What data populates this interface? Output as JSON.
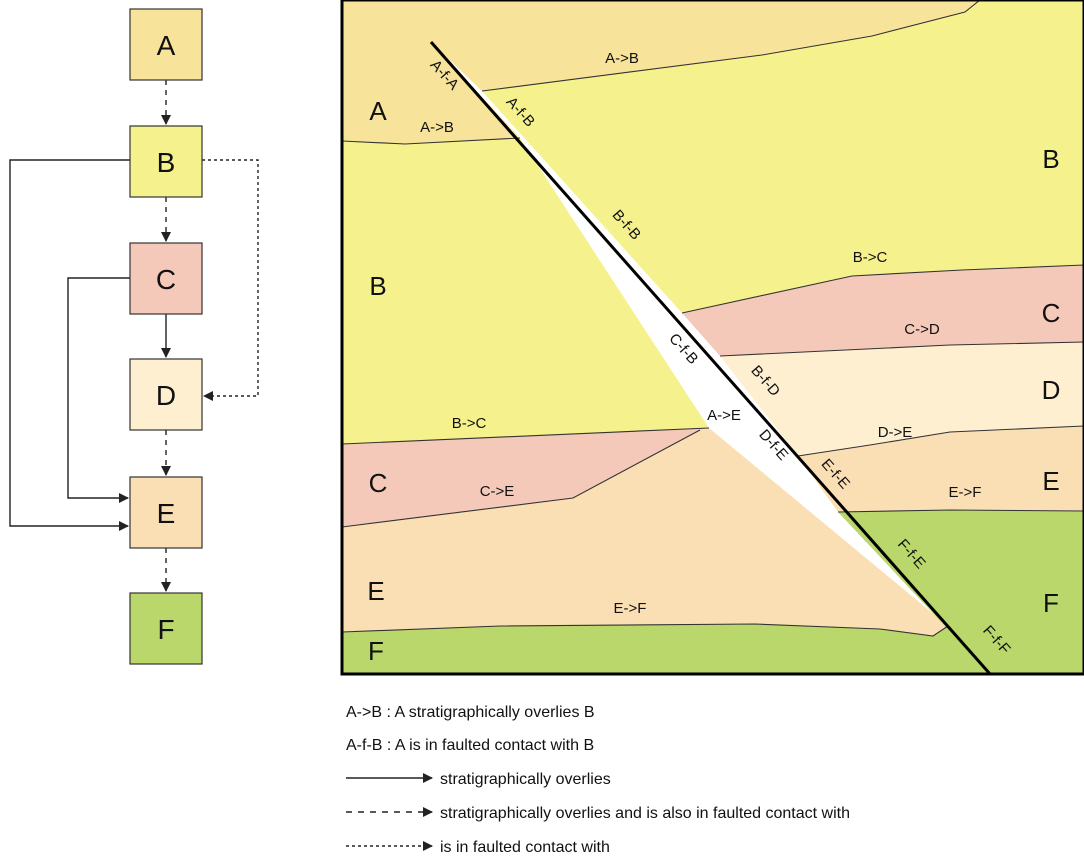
{
  "colors": {
    "A": "#f8e39a",
    "B": "#f5f28d",
    "C": "#f4c9b9",
    "D": "#fdefd0",
    "E": "#fbdfb4",
    "F": "#b9d76b"
  },
  "flowchart": {
    "boxes": [
      "A",
      "B",
      "C",
      "D",
      "E",
      "F"
    ]
  },
  "section": {
    "unit_labels": {
      "left_A": "A",
      "left_B": "B",
      "left_C": "C",
      "left_E": "E",
      "left_F": "F",
      "right_B": "B",
      "right_C": "C",
      "right_D": "D",
      "right_E": "E",
      "right_F": "F"
    },
    "contact_labels": {
      "top_ab": "A->B",
      "left_ab": "A->B",
      "af_a": "A-f-A",
      "af_b": "A-f-B",
      "bf_b": "B-f-B",
      "right_bc": "B->C",
      "right_cd": "C->D",
      "cf_b": "C-f-B",
      "bf_d": "B-f-D",
      "ae": "A->E",
      "left_bc": "B->C",
      "df_e": "D-f-E",
      "right_de": "D->E",
      "ef_e": "E-f-E",
      "right_ef": "E->F",
      "left_ce": "C->E",
      "ff_e": "F-f-E",
      "left_ef": "E->F",
      "ff_f": "F-f-F"
    }
  },
  "legend": {
    "line1": "A->B : A stratigraphically overlies B",
    "line2": "A-f-B : A is in faulted contact with B",
    "line3": "stratigraphically overlies",
    "line4": "stratigraphically overlies and is also in faulted contact with",
    "line5": "is in faulted contact with"
  }
}
